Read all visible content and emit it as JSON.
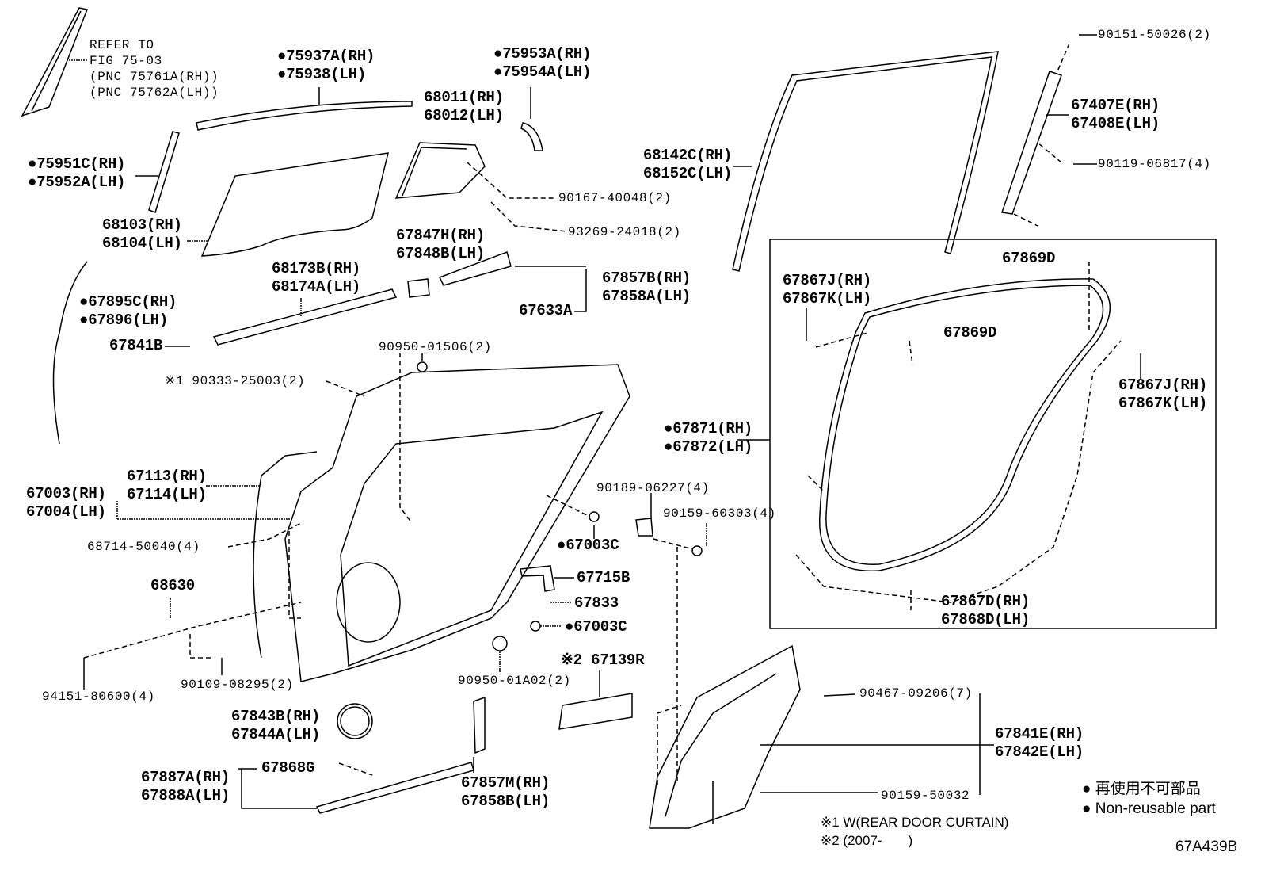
{
  "labels": [
    {
      "lines": [
        "REFER TO",
        "FIG 75-03",
        "(PNC 75761A(RH))",
        "(PNC 75762A(LH))"
      ]
    },
    {
      "lines": [
        "●75937A(RH)",
        "●75938(LH)"
      ]
    },
    {
      "lines": [
        "●75953A(RH)",
        "●75954A(LH)"
      ]
    },
    {
      "lines": [
        "68011(RH)",
        "68012(LH)"
      ]
    },
    {
      "lines": [
        "●75951C(RH)",
        "●75952A(LH)"
      ]
    },
    {
      "lines": [
        "68103(RH)",
        "68104(LH)"
      ]
    },
    {
      "lines": [
        "90167-40048(2)"
      ]
    },
    {
      "lines": [
        "93269-24018(2)"
      ]
    },
    {
      "lines": [
        "67847H(RH)",
        "67848B(LH)"
      ]
    },
    {
      "lines": [
        "68173B(RH)",
        "68174A(LH)"
      ]
    },
    {
      "lines": [
        "67857B(RH)",
        "67858A(LH)"
      ]
    },
    {
      "lines": [
        "●67895C(RH)",
        "●67896(LH)"
      ]
    },
    {
      "lines": [
        "67633A"
      ]
    },
    {
      "lines": [
        "67841B"
      ]
    },
    {
      "lines": [
        "90950-01506(2)"
      ]
    },
    {
      "lines": [
        "※1 90333-25003(2)"
      ]
    },
    {
      "lines": [
        "67113(RH)",
        "67114(LH)"
      ]
    },
    {
      "lines": [
        "67003(RH)",
        "67004(LH)"
      ]
    },
    {
      "lines": [
        "68714-50040(4)"
      ]
    },
    {
      "lines": [
        "68630"
      ]
    },
    {
      "lines": [
        "94151-80600(4)"
      ]
    },
    {
      "lines": [
        "90109-08295(2)"
      ]
    },
    {
      "lines": [
        "90189-06227(4)"
      ]
    },
    {
      "lines": [
        "90159-60303(4)"
      ]
    },
    {
      "lines": [
        "●67003C"
      ]
    },
    {
      "lines": [
        "67715B"
      ]
    },
    {
      "lines": [
        "67833"
      ]
    },
    {
      "lines": [
        "●67003C"
      ]
    },
    {
      "lines": [
        "90950-01A02(2)"
      ]
    },
    {
      "lines": [
        "※2 67139R"
      ]
    },
    {
      "lines": [
        "67843B(RH)",
        "67844A(LH)"
      ]
    },
    {
      "lines": [
        "67887A(RH)",
        "67888A(LH)"
      ]
    },
    {
      "lines": [
        "67868G"
      ]
    },
    {
      "lines": [
        "67857M(RH)",
        "67858B(LH)"
      ]
    },
    {
      "lines": [
        "68142C(RH)",
        "68152C(LH)"
      ]
    },
    {
      "lines": [
        "90151-50026(2)"
      ]
    },
    {
      "lines": [
        "67407E(RH)",
        "67408E(LH)"
      ]
    },
    {
      "lines": [
        "90119-06817(4)"
      ]
    },
    {
      "lines": [
        "67869D"
      ]
    },
    {
      "lines": [
        "67867J(RH)",
        "67867K(LH)"
      ]
    },
    {
      "lines": [
        "67869D"
      ]
    },
    {
      "lines": [
        "67867J(RH)",
        "67867K(LH)"
      ]
    },
    {
      "lines": [
        "●67871(RH)",
        "●67872(LH)"
      ]
    },
    {
      "lines": [
        "67867D(RH)",
        "67868D(LH)"
      ]
    },
    {
      "lines": [
        "90467-09206(7)"
      ]
    },
    {
      "lines": [
        "67841E(RH)",
        "67842E(LH)"
      ]
    },
    {
      "lines": [
        "90159-50032"
      ]
    }
  ],
  "legend": {
    "lines": [
      "● 再使用不可部品",
      "● Non-reusable part"
    ]
  },
  "notes": {
    "lines": [
      "※1 W(REAR DOOR CURTAIN)",
      "※2 (2007-       )"
    ]
  },
  "figure_code": "67A439B"
}
